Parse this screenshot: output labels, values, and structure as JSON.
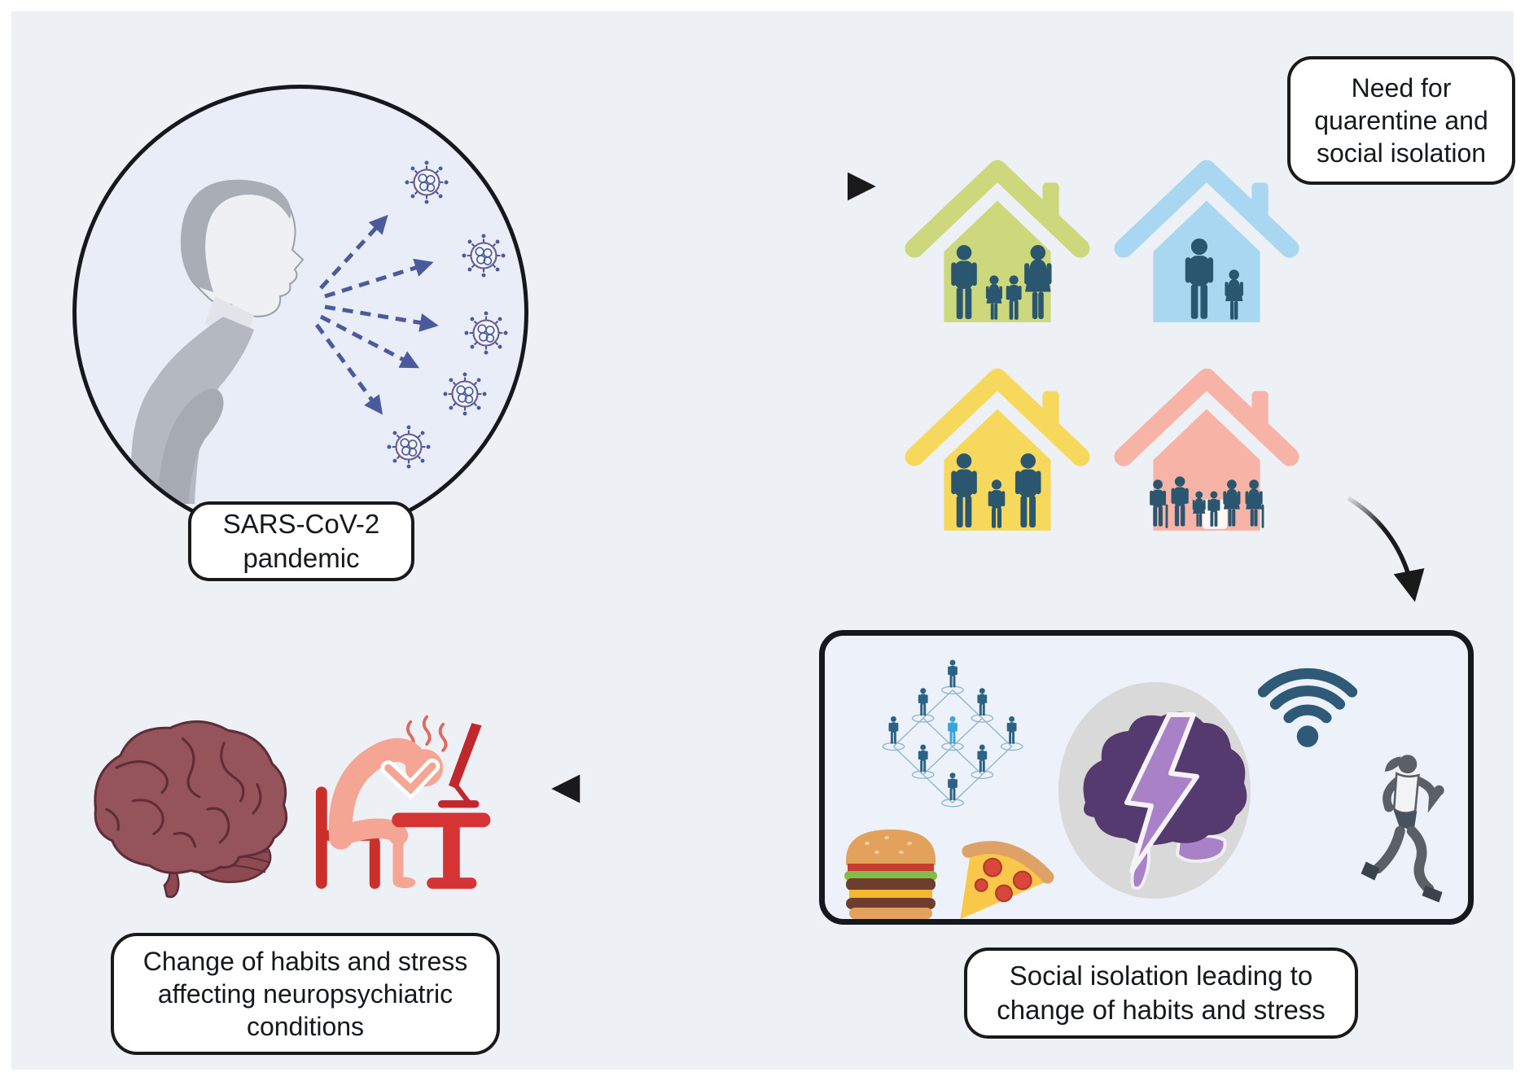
{
  "palette": {
    "page_bg": "#ffffff",
    "canvas_bg": "#edf1f6",
    "outline_black": "#1a1a1a",
    "virus_blue": "#4a5a9d",
    "family_silhouette": "#2b5670",
    "house_green": "#ccd87b",
    "house_blue": "#a9d6f0",
    "house_yellow": "#f6d95c",
    "house_pink": "#f6b3a6",
    "network_teal": "#2b6285",
    "network_highlight": "#3aa4de",
    "network_link": "#8ab4ce",
    "wifi_teal": "#2e5a78",
    "gray_disc": "#d9d9d9",
    "brain_purple": "#543a6e",
    "bolt_purple": "#a981c6",
    "brain_maroon": "#95545c",
    "brain_maroon_dark": "#5e2d35",
    "chair_red": "#cc2f2a",
    "desk_red": "#d63434",
    "monitor_red": "#c1272d",
    "stress_salmon": "#f4a593",
    "squiggle_red": "#e2685e",
    "runner_gray": "#5a6066",
    "person_hair_gray": "#a9adb5",
    "person_shirt_gray": "#b4b8c0",
    "person_face_light": "#eef0f4"
  },
  "nodes": {
    "pandemic": {
      "label": "SARS-CoV-2\npandemic"
    },
    "quarantine": {
      "label": "Need for\nquarentine and\nsocial isolation"
    },
    "isolation": {
      "label": "Social isolation leading to\nchange of habits and stress"
    },
    "neuro": {
      "label": "Change of habits and stress\naffecting neuropsychiatric\nconditions"
    }
  },
  "icon_names": [
    "person-exhaling-icon",
    "coronavirus-icon",
    "house-family-green-icon",
    "house-family-blue-icon",
    "house-family-yellow-icon",
    "house-family-pink-icon",
    "people-network-icon",
    "brain-lightning-icon",
    "wifi-icon",
    "running-woman-icon",
    "hamburger-icon",
    "pizza-slice-icon",
    "anatomical-brain-icon",
    "stressed-person-at-desk-icon",
    "arrow-right-icon",
    "arrow-left-icon",
    "curved-arrow-icon"
  ]
}
